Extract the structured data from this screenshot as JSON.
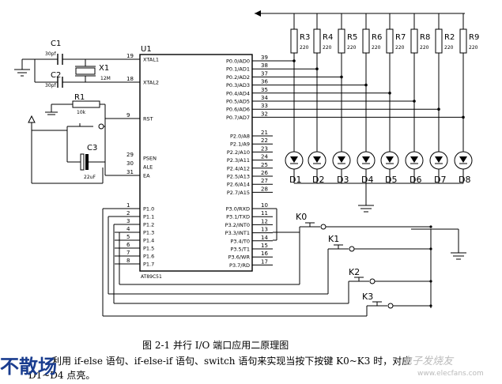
{
  "components": {
    "c1": {
      "ref": "C1",
      "value": "30pf"
    },
    "c2": {
      "ref": "C2",
      "value": "30pf"
    },
    "c3": {
      "ref": "C3",
      "value": "22uF"
    },
    "x1": {
      "ref": "X1",
      "value": "12M"
    },
    "r1": {
      "ref": "R1",
      "value": "10k"
    },
    "u1": {
      "ref": "U1",
      "part": "AT89C51"
    },
    "resistors": [
      {
        "ref": "R3",
        "value": "220"
      },
      {
        "ref": "R4",
        "value": "220"
      },
      {
        "ref": "R5",
        "value": "220"
      },
      {
        "ref": "R6",
        "value": "220"
      },
      {
        "ref": "R7",
        "value": "220"
      },
      {
        "ref": "R8",
        "value": "220"
      },
      {
        "ref": "R2",
        "value": "220"
      },
      {
        "ref": "R9",
        "value": "220"
      }
    ],
    "leds": [
      "D1",
      "D2",
      "D3",
      "D4",
      "D5",
      "D6",
      "D7",
      "D8"
    ],
    "keys": [
      "K0",
      "K1",
      "K2",
      "K3"
    ]
  },
  "mcu_left_pins": [
    {
      "name": "XTAL1",
      "num": "19"
    },
    {
      "name": "XTAL2",
      "num": "18"
    },
    {
      "name": "RST",
      "num": "9"
    },
    {
      "name": "PSEN",
      "num": "29"
    },
    {
      "name": "ALE",
      "num": "30"
    },
    {
      "name": "EA",
      "num": "31"
    },
    {
      "name": "P1.0",
      "num": "1"
    },
    {
      "name": "P1.1",
      "num": "2"
    },
    {
      "name": "P1.2",
      "num": "3"
    },
    {
      "name": "P1.3",
      "num": "4"
    },
    {
      "name": "P1.4",
      "num": "5"
    },
    {
      "name": "P1.5",
      "num": "6"
    },
    {
      "name": "P1.6",
      "num": "7"
    },
    {
      "name": "P1.7",
      "num": "8"
    }
  ],
  "mcu_right_pins": [
    {
      "name": "P0.0/AD0",
      "num": "39"
    },
    {
      "name": "P0.1/AD1",
      "num": "38"
    },
    {
      "name": "P0.2/AD2",
      "num": "37"
    },
    {
      "name": "P0.3/AD3",
      "num": "36"
    },
    {
      "name": "P0.4/AD4",
      "num": "35"
    },
    {
      "name": "P0.5/AD5",
      "num": "34"
    },
    {
      "name": "P0.6/AD6",
      "num": "33"
    },
    {
      "name": "P0.7/AD7",
      "num": "32"
    },
    {
      "name": "P2.0/A8",
      "num": "21"
    },
    {
      "name": "P2.1/A9",
      "num": "22"
    },
    {
      "name": "P2.2/A10",
      "num": "23"
    },
    {
      "name": "P2.3/A11",
      "num": "24"
    },
    {
      "name": "P2.4/A12",
      "num": "25"
    },
    {
      "name": "P2.5/A13",
      "num": "26"
    },
    {
      "name": "P2.6/A14",
      "num": "27"
    },
    {
      "name": "P2.7/A15",
      "num": "28"
    },
    {
      "name": "P3.0/RXD",
      "num": "10"
    },
    {
      "name": "P3.1/TXD",
      "num": "11"
    },
    {
      "name": "P3.2/INT0",
      "num": "12"
    },
    {
      "name": "P3.3/INT1",
      "num": "13"
    },
    {
      "name": "P3.4/T0",
      "num": "14"
    },
    {
      "name": "P3.5/T1",
      "num": "15"
    },
    {
      "name": "P3.6/WR",
      "num": "16"
    },
    {
      "name": "P3.7/RD",
      "num": "17"
    }
  ],
  "caption": "图 2-1    并行 I/O 端口应用二原理图",
  "body_line1": "利用 if-else 语句、if-else-if 语句、switch 语句来实现当按下按键 K0~K3 时，对应",
  "body_line2": "D1~D4 点亮。",
  "watermark": "不散场",
  "logo_text": "电子发烧友",
  "logo_url": "www.elecfans.com"
}
